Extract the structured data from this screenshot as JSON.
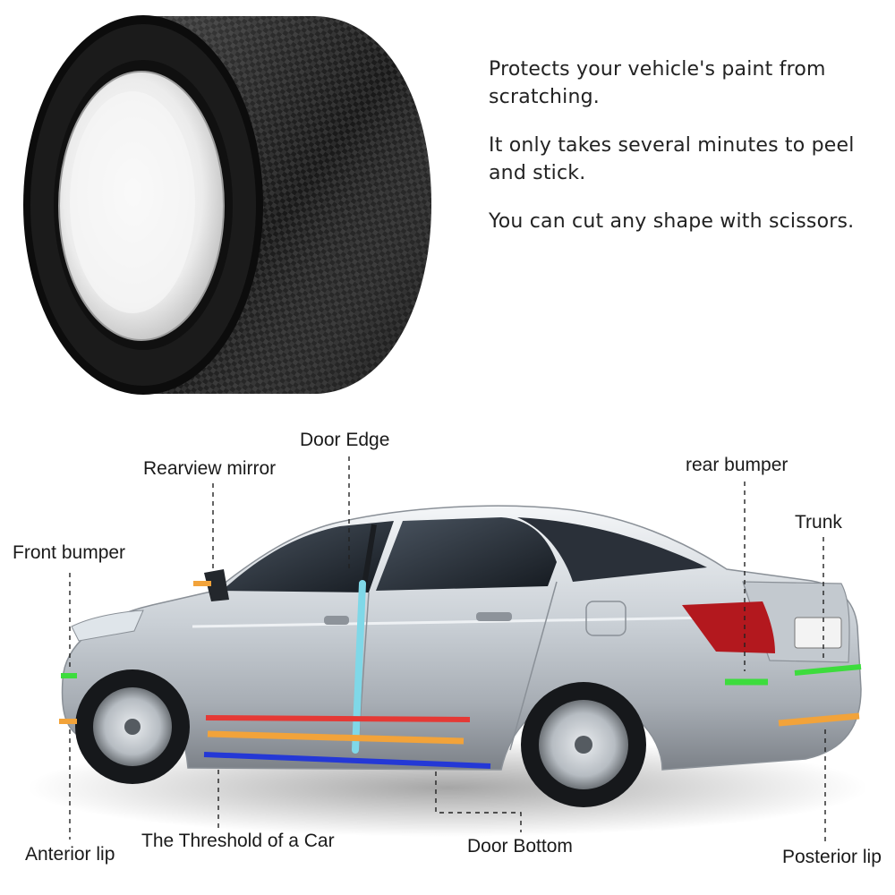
{
  "features": [
    "Protects your vehicle's paint from scratching.",
    "It only takes several minutes to peel and stick.",
    "You can cut any shape with scissors."
  ],
  "labels": {
    "door_edge": "Door Edge",
    "rearview_mirror": "Rearview mirror",
    "front_bumper": "Front bumper",
    "rear_bumper": "rear bumper",
    "trunk": "Trunk",
    "anterior_lip": "Anterior lip",
    "threshold": "The Threshold of a Car",
    "door_bottom": "Door Bottom",
    "posterior_lip": "Posterior lip"
  },
  "colors": {
    "tape_red": "#e53935",
    "tape_orange": "#f2a33a",
    "tape_blue": "#2438d6",
    "tape_green": "#3ddc3d",
    "tape_cyan": "#7fd8e8"
  },
  "icons": {
    "tape_roll": "carbon-fiber-tape-roll",
    "car": "silver-sedan"
  }
}
